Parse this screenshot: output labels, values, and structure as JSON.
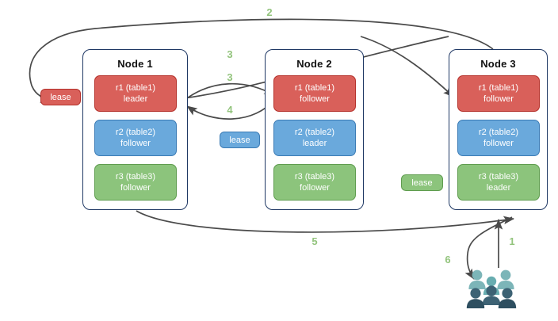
{
  "diagram": {
    "title": "Distributed database lease / raft replica diagram",
    "colors": {
      "replica_red": "#d9605a",
      "replica_blue": "#6aa9dc",
      "replica_green": "#8cc47c",
      "node_border": "#1f3864",
      "arrow": "#4a4a4a",
      "step_label": "#93c47d",
      "users_back": "#7cb5b8",
      "users_front": "#3d6274"
    },
    "nodes": [
      {
        "id": "node-1",
        "title": "Node 1",
        "replicas": [
          {
            "name": "r1 (table1)",
            "role": "leader",
            "color": "red"
          },
          {
            "name": "r2 (table2)",
            "role": "follower",
            "color": "blue"
          },
          {
            "name": "r3 (table3)",
            "role": "follower",
            "color": "green"
          }
        ]
      },
      {
        "id": "node-2",
        "title": "Node 2",
        "replicas": [
          {
            "name": "r1 (table1)",
            "role": "follower",
            "color": "red"
          },
          {
            "name": "r2 (table2)",
            "role": "leader",
            "color": "blue"
          },
          {
            "name": "r3 (table3)",
            "role": "follower",
            "color": "green"
          }
        ]
      },
      {
        "id": "node-3",
        "title": "Node 3",
        "replicas": [
          {
            "name": "r1 (table1)",
            "role": "follower",
            "color": "red"
          },
          {
            "name": "r2 (table2)",
            "role": "follower",
            "color": "blue"
          },
          {
            "name": "r3 (table3)",
            "role": "leader",
            "color": "green"
          }
        ]
      }
    ],
    "leases": [
      {
        "id": "lease-red",
        "label": "lease",
        "color": "red"
      },
      {
        "id": "lease-blue",
        "label": "lease",
        "color": "blue"
      },
      {
        "id": "lease-green",
        "label": "lease",
        "color": "green"
      }
    ],
    "steps": [
      {
        "id": "step-1",
        "label": "1"
      },
      {
        "id": "step-2",
        "label": "2"
      },
      {
        "id": "step-3a",
        "label": "3"
      },
      {
        "id": "step-3b",
        "label": "3"
      },
      {
        "id": "step-4",
        "label": "4"
      },
      {
        "id": "step-5",
        "label": "5"
      },
      {
        "id": "step-6",
        "label": "6"
      }
    ],
    "users_icon": "users-group-icon"
  }
}
